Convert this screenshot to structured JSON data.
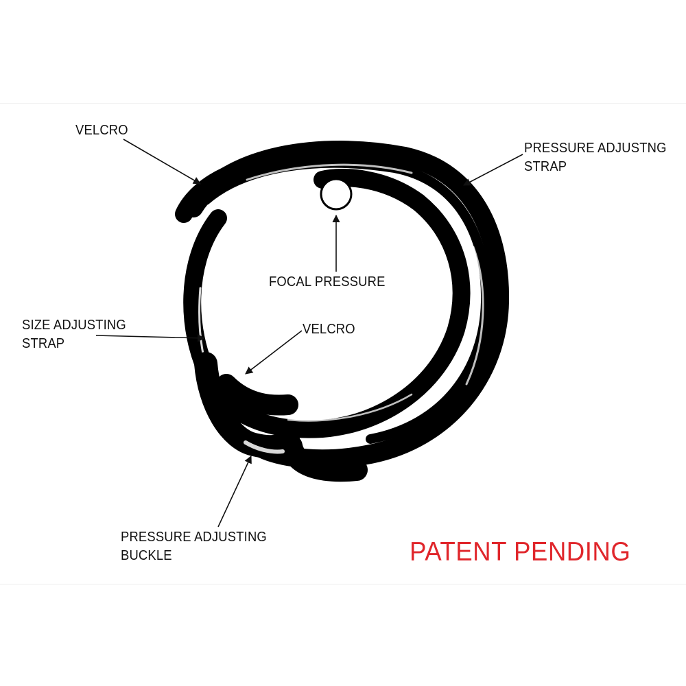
{
  "labels": {
    "velcro_top": "VELCRO",
    "pressure_strap_line1": "PRESSURE ADJUSTNG",
    "pressure_strap_line2": "STRAP",
    "focal_pressure": "FOCAL PRESSURE",
    "size_strap_line1": "SIZE ADJUSTING",
    "size_strap_line2": "STRAP",
    "velcro_inner": "VELCRO",
    "buckle_line1": "PRESSURE ADJUSTING",
    "buckle_line2": "BUCKLE"
  },
  "notice": {
    "text": "PATENT PENDING",
    "color": "#e0262b"
  },
  "colors": {
    "strap": "#000000",
    "leader": "#111111",
    "background": "#ffffff"
  }
}
